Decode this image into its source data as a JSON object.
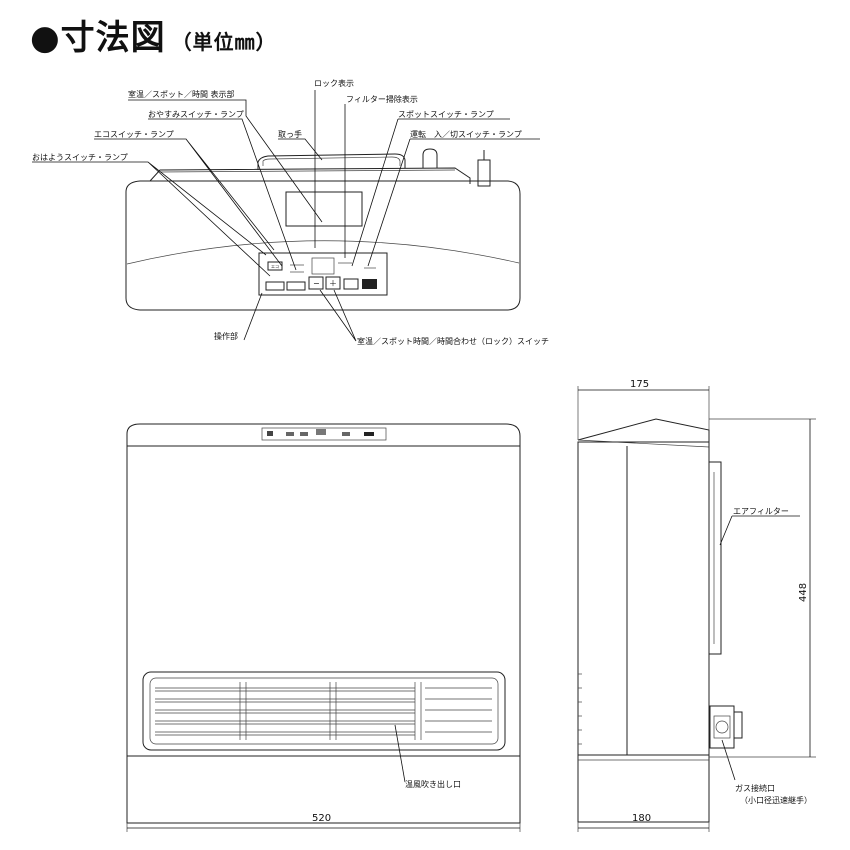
{
  "title": {
    "main": "●寸法図",
    "unit": "（単位㎜）"
  },
  "callouts": {
    "lock": "ロック表示",
    "display": "室温／スポット／時間 表示部",
    "filter_clean": "フィルター掃除表示",
    "oyasumi": "おやすみスイッチ・ランプ",
    "spot": "スポットスイッチ・ランプ",
    "handle": "取っ手",
    "run": "運転　入／切スイッチ・ランプ",
    "eco": "エコスイッチ・ランプ",
    "ohayou": "おはようスイッチ・ランプ",
    "panel": "操作部",
    "adjust": "室温／スポット時間／時間合わせ（ロック）スイッチ",
    "air_filter": "エアフィルター",
    "outlet": "温風吹き出し口",
    "gas": "ガス接続口",
    "gas_sub": "（小口径迅速継手）"
  },
  "panel_text": {
    "eco_btn": "エコ",
    "minus_btn": "−",
    "plus_btn": "＋"
  },
  "dimensions": {
    "width": "520",
    "depth_top": "175",
    "depth_bottom": "180",
    "height": "448"
  }
}
